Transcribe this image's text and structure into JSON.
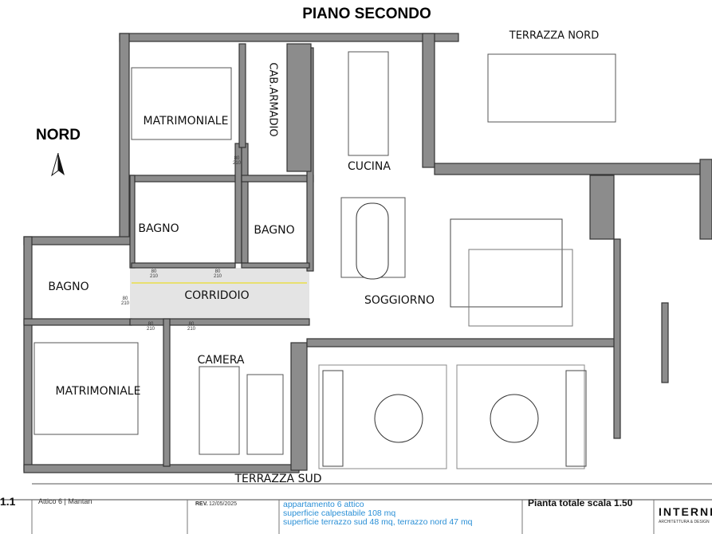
{
  "title": "PIANO SECONDO",
  "north": {
    "label": "NORD",
    "icon": "north-arrow-icon"
  },
  "rooms": {
    "matrimoniale_1": "MATRIMONIALE",
    "cab_armadio": "CAB.ARMADIO",
    "cucina": "CUCINA",
    "terrazza_nord": "TERRAZZA NORD",
    "bagno_1": "BAGNO",
    "bagno_2": "BAGNO",
    "bagno_3": "BAGNO",
    "corridoio": "CORRIDOIO",
    "soggiorno": "SOGGIORNO",
    "camera": "CAMERA",
    "matrimoniale_2": "MATRIMONIALE",
    "terrazza_sud": "TERRAZZA SUD"
  },
  "door_label": "80\n210",
  "title_block": {
    "sheet": "1.1",
    "project": "Attico 6 | Mantan",
    "rev_label": "REV.",
    "rev_date": "12/05/2025",
    "notes": [
      "appartamento 6 attico",
      "superficie calpestabile 108 mq",
      "superficie terrazzo sud 48 mq, terrazzo nord 47 mq"
    ],
    "scale": "Pianta totale scala 1.50",
    "brand": "INTERNI",
    "brand_sub": "ARCHITETTURA & DESIGN"
  },
  "colors": {
    "wall": "#8c8c8c",
    "corridor": "#e4e4e4",
    "notes": "#2a8fd6",
    "accent_line": "#e8e070"
  }
}
